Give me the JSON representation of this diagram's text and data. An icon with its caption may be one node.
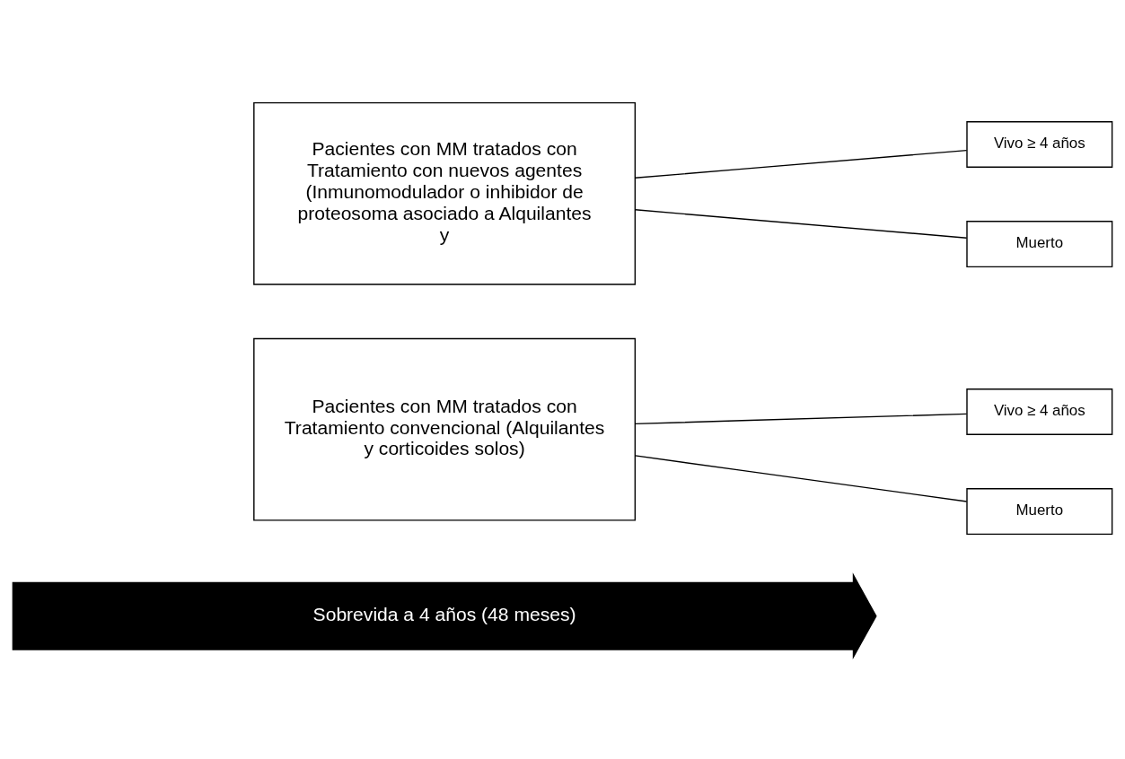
{
  "diagram": {
    "nodes": [
      {
        "text": [
          "Pacientes con MM tratados con Tratamiento con nuevos agentes (Inmunomodulador o inhibidor de proteosoma asociado a Alquilantes y"
        ]
      },
      {
        "text": [
          "Vivo ≥ 4 años"
        ]
      },
      {
        "text": [
          "Muerto"
        ]
      },
      {
        "text": [
          "Pacientes con MM tratados con Tratamiento convencional (Alquilantes y corticoides solos)"
        ]
      },
      {
        "text": [
          "Vivo ≥ 4 años"
        ]
      },
      {
        "text": [
          "Muerto"
        ]
      },
      {
        "text": [
          "Sobrevida a 4 años (48 meses)"
        ]
      }
    ],
    "edges": [
      {
        "from": 0,
        "to": 1,
        "arrow": "none"
      },
      {
        "from": 0,
        "to": 2,
        "arrow": "none"
      },
      {
        "from": 3,
        "to": 4,
        "arrow": "none"
      },
      {
        "from": 3,
        "to": 5,
        "arrow": "none"
      }
    ]
  }
}
